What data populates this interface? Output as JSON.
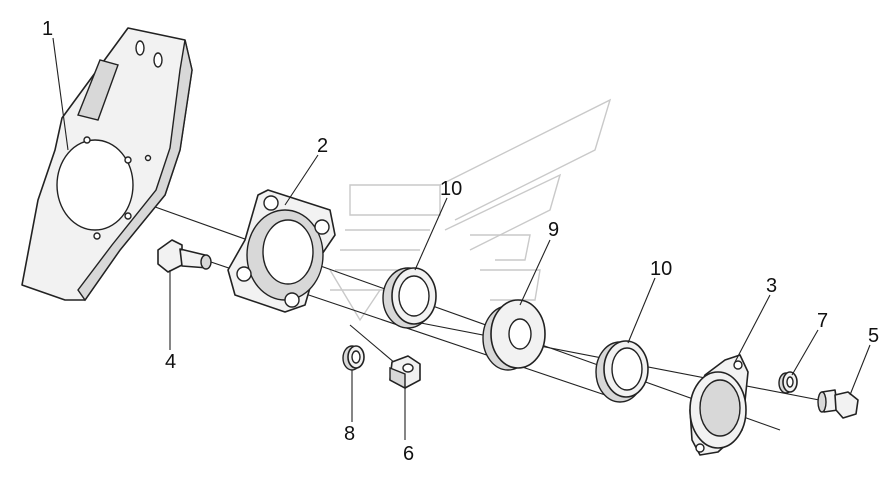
{
  "labels": {
    "plate": "1",
    "housing": "2",
    "cover": "3",
    "bolt_left": "4",
    "bolt_right": "5",
    "nut": "6",
    "washer_right": "7",
    "washer_left": "8",
    "bearing": "9",
    "seal_left": "10",
    "seal_right": "10"
  },
  "colors": {
    "line": "#222222",
    "part_fill": "#f2f2f2",
    "shade": "#d8d8d8",
    "watermark": "#c9c9c9"
  }
}
